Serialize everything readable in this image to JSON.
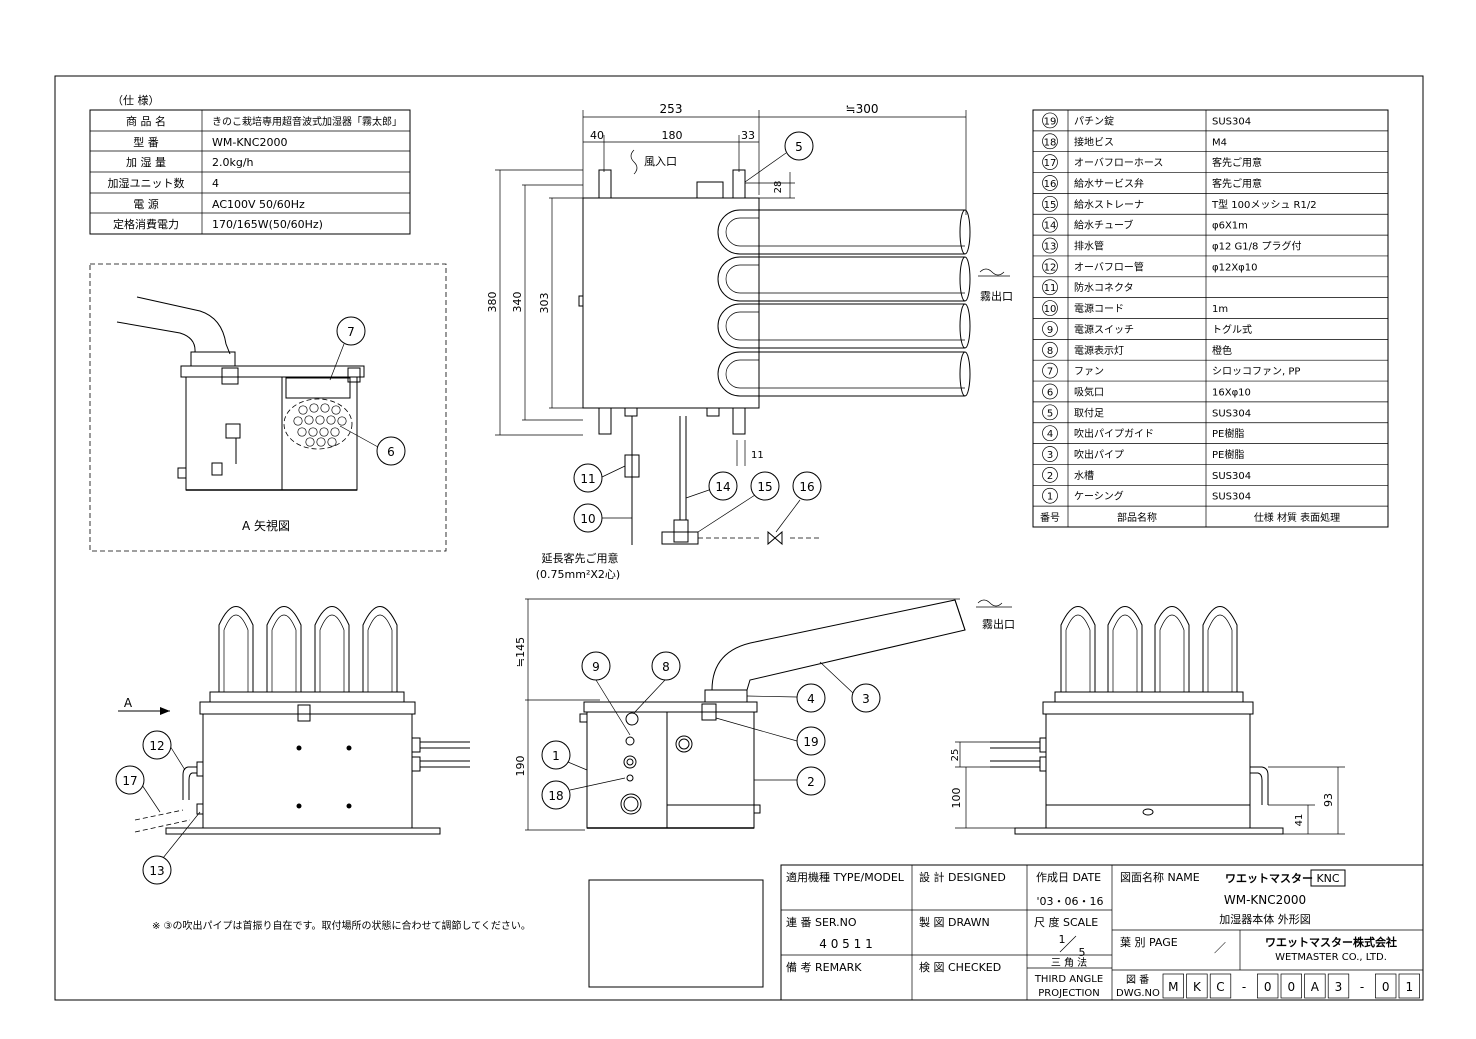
{
  "spec": {
    "heading": "（仕 様）",
    "rows": [
      {
        "label": "商 品 名",
        "value": "きのこ栽培専用超音波式加湿器「霧太郎」"
      },
      {
        "label": "型 番",
        "value": "WM-KNC2000"
      },
      {
        "label": "加 湿 量",
        "value": "2.0kg/h"
      },
      {
        "label": "加湿ユニット数",
        "value": "4"
      },
      {
        "label": "電 源",
        "value": "AC100V 50/60Hz"
      },
      {
        "label": "定格消費電力",
        "value": "170/165W(50/60Hz)"
      }
    ]
  },
  "parts": {
    "rows": [
      {
        "no": "19",
        "name": "パチン錠",
        "spec": "SUS304"
      },
      {
        "no": "18",
        "name": "接地ビス",
        "spec": "M4"
      },
      {
        "no": "17",
        "name": "オーバフローホース",
        "spec": "客先ご用意"
      },
      {
        "no": "16",
        "name": "給水サービス弁",
        "spec": "客先ご用意"
      },
      {
        "no": "15",
        "name": "給水ストレーナ",
        "spec": "T型 100メッシュ R1/2"
      },
      {
        "no": "14",
        "name": "給水チューブ",
        "spec": "φ6X1m"
      },
      {
        "no": "13",
        "name": "排水管",
        "spec": "φ12 G1/8 プラグ付"
      },
      {
        "no": "12",
        "name": "オーバフロー管",
        "spec": "φ12Xφ10"
      },
      {
        "no": "11",
        "name": "防水コネクタ",
        "spec": ""
      },
      {
        "no": "10",
        "name": "電源コード",
        "spec": "1m"
      },
      {
        "no": "9",
        "name": "電源スイッチ",
        "spec": "トグル式"
      },
      {
        "no": "8",
        "name": "電源表示灯",
        "spec": "橙色"
      },
      {
        "no": "7",
        "name": "ファン",
        "spec": "シロッコファン, PP"
      },
      {
        "no": "6",
        "name": "吸気口",
        "spec": "16Xφ10"
      },
      {
        "no": "5",
        "name": "取付足",
        "spec": "SUS304"
      },
      {
        "no": "4",
        "name": "吹出パイプガイド",
        "spec": "PE樹脂"
      },
      {
        "no": "3",
        "name": "吹出パイプ",
        "spec": "PE樹脂"
      },
      {
        "no": "2",
        "name": "水槽",
        "spec": "SUS304"
      },
      {
        "no": "1",
        "name": "ケーシング",
        "spec": "SUS304"
      }
    ],
    "footer": {
      "no": "番号",
      "name": "部品名称",
      "spec": "仕様 材質 表面処理"
    }
  },
  "views": {
    "arrow_view_caption": "A 矢視図",
    "arrow_a": "A",
    "inlet_label": "風入口",
    "outlet_label": "霧出口",
    "outlet_label_2": "霧出口",
    "cord_note_1": "延長客先ご用意",
    "cord_note_2": "(0.75mm²X2心)"
  },
  "dimensions": {
    "d253": "253",
    "d300": "≒300",
    "d40": "40",
    "d180": "180",
    "d33": "33",
    "d28": "28",
    "d380": "380",
    "d340": "340",
    "d303": "303",
    "d11": "11",
    "d145": "≒145",
    "d190": "190",
    "d25": "25",
    "d100": "100",
    "d93": "93",
    "d41": "41"
  },
  "note": "※ ③の吹出パイプは首振り自在です。取付場所の状態に合わせて調節してください。",
  "title_block": {
    "type_label": "適用機種 TYPE/MODEL",
    "ser_label": "連 番 SER.NO",
    "ser_value": "4 0 5 1 1",
    "remark_label": "備 考 REMARK",
    "designed_label": "設 計 DESIGNED",
    "drawn_label": "製 図 DRAWN",
    "checked_label": "検 図 CHECKED",
    "date_label": "作成日 DATE",
    "date_value": "'03・06・16",
    "scale_label": "尺 度 SCALE",
    "scale_num": "1",
    "scale_den": "5",
    "projection_jp": "三 角 法",
    "projection_1": "THIRD ANGLE",
    "projection_2": "PROJECTION",
    "name_label": "図面名称 NAME",
    "company_short": "ワエットマスター",
    "brand_box": "KNC",
    "model": "WM-KNC2000",
    "drawing_title": "加湿器本体 外形図",
    "page_label": "葉 別 PAGE",
    "page_value": "／",
    "company_jp": "ワエットマスター株式会社",
    "company_en": "WETMASTER CO., LTD.",
    "dwg_label_1": "図 番",
    "dwg_label_2": "DWG.NO",
    "dwg_chars": [
      "M",
      "K",
      "C",
      "-",
      "0",
      "0",
      "A",
      "3",
      "-",
      "0",
      "1"
    ]
  }
}
